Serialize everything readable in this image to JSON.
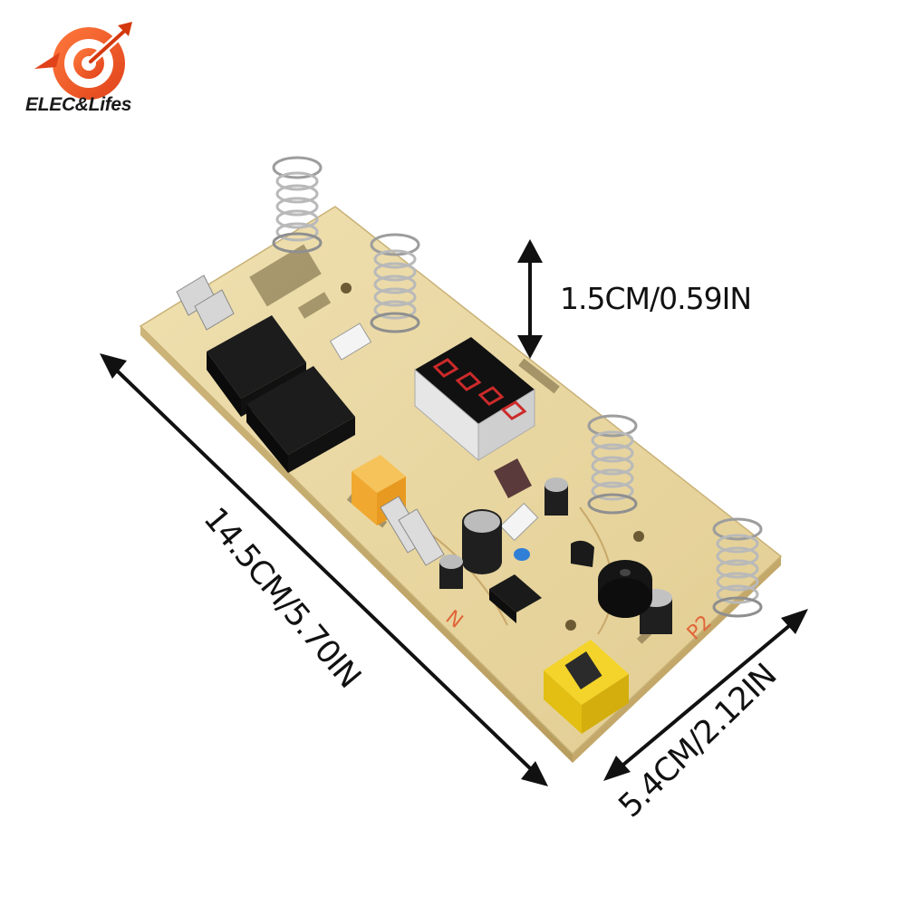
{
  "brand": {
    "name": "ELEC&Lifes",
    "colors": {
      "logo_orange": "#f15a24",
      "logo_dark": "#d4380d"
    },
    "icon": "target-arrow-logo-icon"
  },
  "product": {
    "subject": "pcb-control-board-photo",
    "colors": {
      "pcb": "#ead9a4",
      "relay": "#111111",
      "spring": "#c9c9c9",
      "display": "#d9d9d9",
      "transformer": "#f2d21a"
    }
  },
  "dimensions": {
    "height_label": "1.5CM/0.59IN",
    "length_label": "14.5CM/5.70IN",
    "width_label": "5.4CM/2.12IN"
  }
}
